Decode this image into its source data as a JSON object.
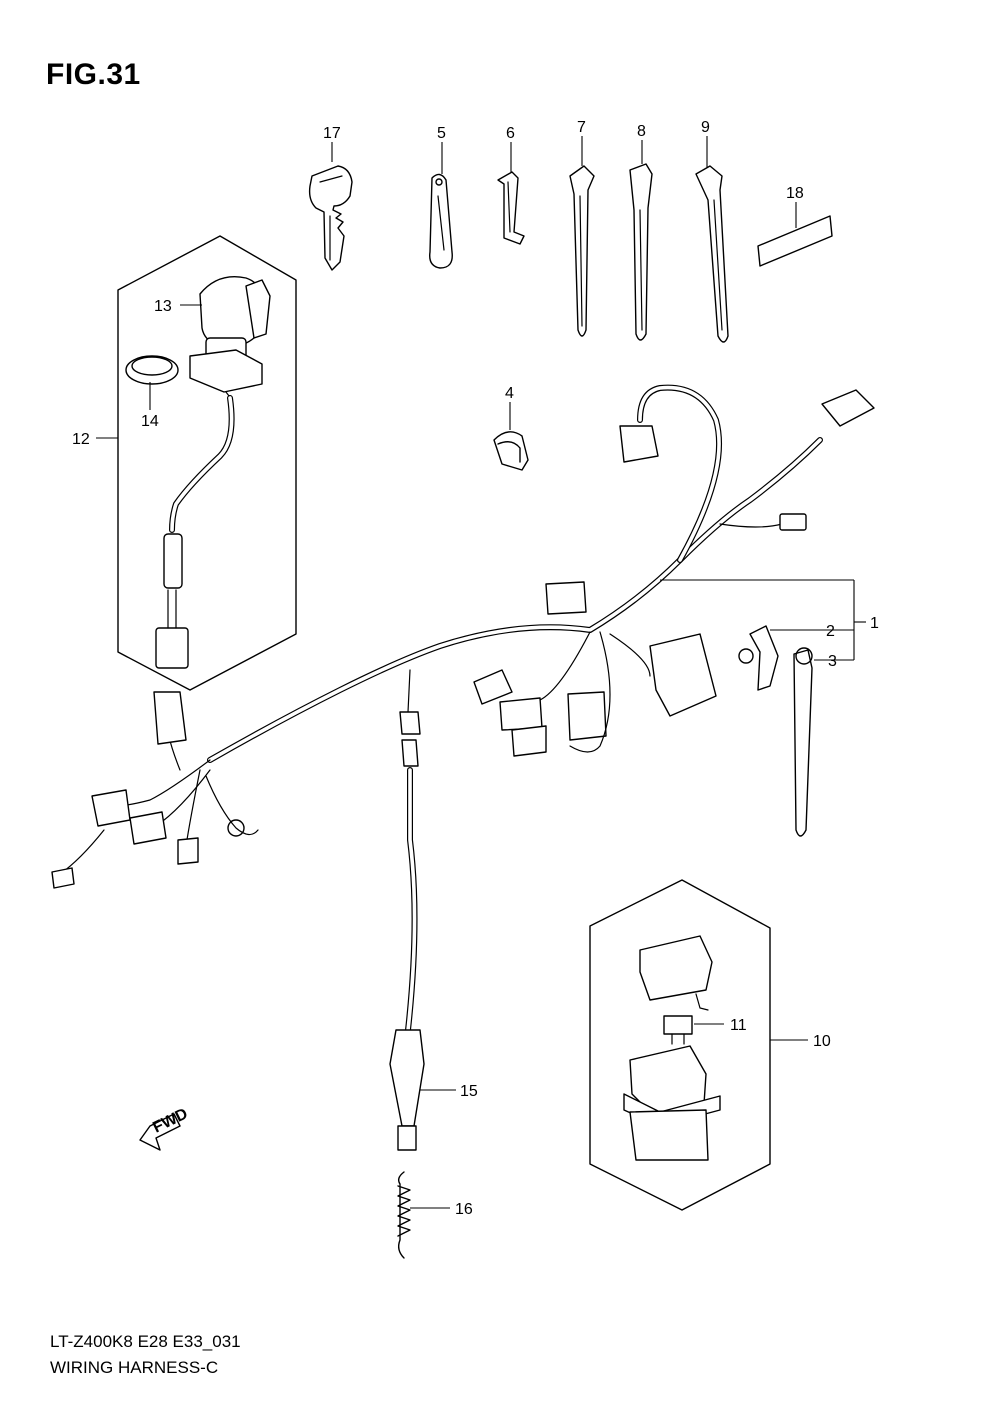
{
  "figure": {
    "title": "FIG.31",
    "model_code": "LT-Z400K8 E28 E33_031",
    "name": "WIRING HARNESS-C",
    "fwd_label": "FWD"
  },
  "callouts": {
    "p1": "1",
    "p2": "2",
    "p3": "3",
    "p4": "4",
    "p5": "5",
    "p6": "6",
    "p7": "7",
    "p8": "8",
    "p9": "9",
    "p10": "10",
    "p11": "11",
    "p12": "12",
    "p13": "13",
    "p14": "14",
    "p15": "15",
    "p16": "16",
    "p17": "17",
    "p18": "18"
  }
}
